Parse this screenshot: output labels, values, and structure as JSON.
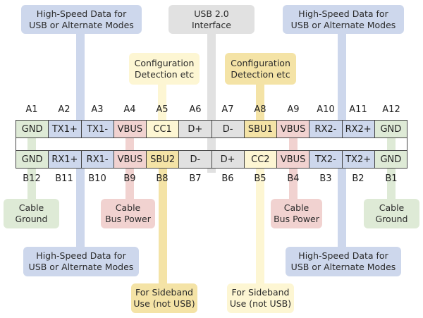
{
  "colors": {
    "blue": "#cdd7ec",
    "gray": "#e1e1e1",
    "green": "#deead6",
    "pink": "#f1d2d0",
    "yellow_light": "#fdf6d3",
    "yellow_dark": "#f4e3a6"
  },
  "top_labels": [
    "A1",
    "A2",
    "A3",
    "A4",
    "A5",
    "A6",
    "A7",
    "A8",
    "A9",
    "A10",
    "A11",
    "A12"
  ],
  "bottom_labels": [
    "B12",
    "B11",
    "B10",
    "B9",
    "B8",
    "B7",
    "B6",
    "B5",
    "B4",
    "B3",
    "B2",
    "B1"
  ],
  "row_a": [
    "GND",
    "TX1+",
    "TX1-",
    "VBUS",
    "CC1",
    "D+",
    "D-",
    "SBU1",
    "VBUS",
    "RX2-",
    "RX2+",
    "GND"
  ],
  "row_b": [
    "GND",
    "RX1+",
    "RX1-",
    "VBUS",
    "SBU2",
    "D-",
    "D+",
    "CC2",
    "VBUS",
    "TX2-",
    "TX2+",
    "GND"
  ],
  "callouts": {
    "hs_top_left": [
      "High-Speed Data for",
      "USB or Alternate Modes"
    ],
    "usb2": [
      "USB 2.0",
      "Interface"
    ],
    "hs_top_right": [
      "High-Speed Data for",
      "USB or Alternate Modes"
    ],
    "config_left": [
      "Configuration",
      "Detection etc"
    ],
    "config_right": [
      "Configuration",
      "Detection etc"
    ],
    "ground_left": [
      "Cable",
      "Ground"
    ],
    "power_left": [
      "Cable",
      "Bus Power"
    ],
    "power_right": [
      "Cable",
      "Bus Power"
    ],
    "ground_right": [
      "Cable",
      "Ground"
    ],
    "hs_bottom_left": [
      "High-Speed Data for",
      "USB or Alternate Modes"
    ],
    "hs_bottom_right": [
      "High-Speed Data for",
      "USB or Alternate Modes"
    ],
    "sideband_left": [
      "For Sideband",
      "Use (not USB)"
    ],
    "sideband_right": [
      "For Sideband",
      "Use (not USB)"
    ]
  }
}
